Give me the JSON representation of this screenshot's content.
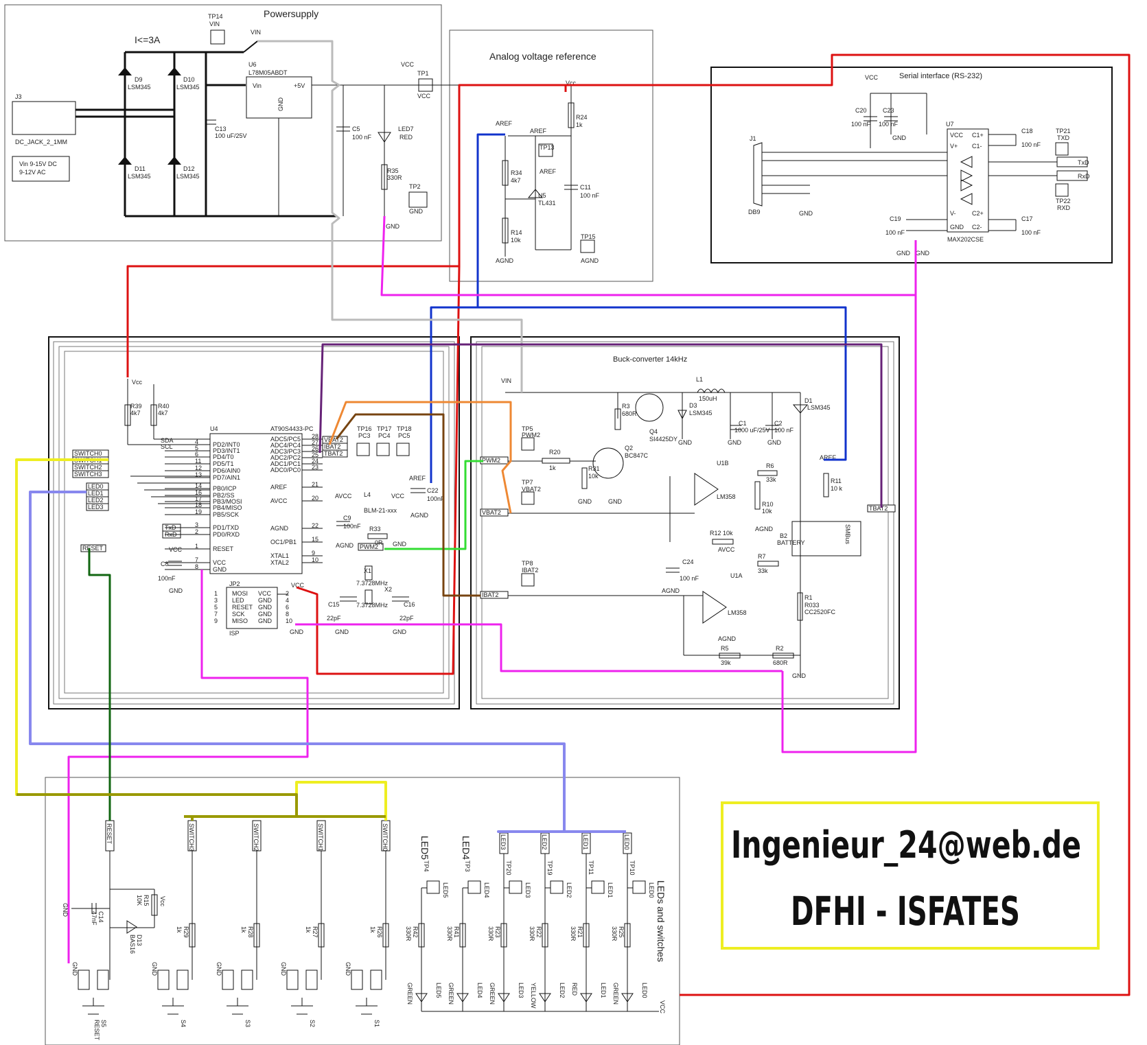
{
  "sections": {
    "power": "Powersupply",
    "aref": "Analog voltage reference",
    "serial": "Serial interface (RS-232)",
    "buck": "Buck-converter 14kHz",
    "leds": "LEDs and switches"
  },
  "contact": {
    "email": "Ingenieur_24@web.de",
    "org": "DFHI - ISFATES"
  },
  "power": {
    "current_limit": "I<=3A",
    "jack_ref": "J3",
    "jack_name": "DC_JACK_2_1MM",
    "vin_note_1": "Vin 9-15V DC",
    "vin_note_2": "9-12V AC",
    "regulator_ref": "U6",
    "regulator": "L78M05ABDT",
    "reg_vin": "Vin",
    "reg_out": "+5V",
    "reg_gnd": "GND",
    "c13": "C13",
    "c13_val": "100 uF/25V",
    "c5": "C5",
    "c5_val": "100 nF",
    "led7": "LED7",
    "led7_col": "RED",
    "r35": "R35",
    "r35_val": "330R",
    "tp14": "TP14",
    "tp1": "TP1",
    "tp2": "TP2",
    "vin": "VIN",
    "vcc": "VCC",
    "gnd": "GND",
    "diodes": [
      {
        "ref": "D9",
        "part": "LSM345"
      },
      {
        "ref": "D10",
        "part": "LSM345"
      },
      {
        "ref": "D11",
        "part": "LSM345"
      },
      {
        "ref": "D12",
        "part": "LSM345"
      }
    ]
  },
  "aref": {
    "r24": "R24",
    "r24_val": "1k",
    "r34": "R34",
    "r34_val": "4k7",
    "r14": "R14",
    "r14_val": "10k",
    "u5": "U5",
    "u5_part": "TL431",
    "c11": "C11",
    "c11_val": "100 nF",
    "tp13": "TP13",
    "tp15": "TP15",
    "aref": "AREF",
    "agnd": "AGND",
    "vcc": "Vcc"
  },
  "serial": {
    "chip_ref": "U7",
    "chip": "MAX202CSE",
    "connector_ref": "J1",
    "connector": "DB9",
    "txd": "TxD",
    "rxd": "RxD",
    "tp21": "TP21",
    "tp21_sig": "TXD",
    "tp22": "TP22",
    "tp22_sig": "RXD",
    "caps": [
      {
        "ref": "C20",
        "val": "100 nF"
      },
      {
        "ref": "C23",
        "val": "100 nF"
      },
      {
        "ref": "C18",
        "val": "100 nF"
      },
      {
        "ref": "C19",
        "val": "100 nF"
      },
      {
        "ref": "C17",
        "val": "100 nF"
      }
    ],
    "pins": [
      "VCC",
      "V+",
      "C1+",
      "C1-",
      "GND",
      "V-",
      "C2+",
      "C2-"
    ],
    "vcc": "VCC",
    "gnd": "GND"
  },
  "mcu": {
    "ref": "U4",
    "part": "AT90S4433-PC",
    "vcc_label": "Vcc",
    "r39": "R39",
    "r39_val": "4k7",
    "r40": "R40",
    "r40_val": "4k7",
    "left_pins": [
      {
        "num": "4",
        "name": "PD2/INT0",
        "net": "SDA"
      },
      {
        "num": "5",
        "name": "PD3/INT1",
        "net": "SCL"
      },
      {
        "num": "6",
        "name": "PD4/T0",
        "net": "SWITCH0"
      },
      {
        "num": "11",
        "name": "PD5/T1",
        "net": "SWITCH1"
      },
      {
        "num": "12",
        "name": "PD6/AIN0",
        "net": "SWITCH2"
      },
      {
        "num": "13",
        "name": "PD7/AIN1",
        "net": "SWITCH3"
      },
      {
        "num": "14",
        "name": "PB0/ICP",
        "net": "LED0"
      },
      {
        "num": "16",
        "name": "PB2/SS",
        "net": "LED1"
      },
      {
        "num": "17",
        "name": "PB3/MOSI",
        "net": "LED2"
      },
      {
        "num": "18",
        "name": "PB4/MISO",
        "net": "LED3"
      },
      {
        "num": "19",
        "name": "PB5/SCK",
        "net": ""
      },
      {
        "num": "3",
        "name": "PD1/TXD",
        "net": "TxD"
      },
      {
        "num": "2",
        "name": "PD0/RXD",
        "net": "RxD"
      },
      {
        "num": "1",
        "name": "RESET",
        "net": "RESET"
      },
      {
        "num": "7",
        "name": "VCC",
        "net": ""
      },
      {
        "num": "8",
        "name": "GND",
        "net": ""
      }
    ],
    "right_pins": [
      {
        "num": "28",
        "name": "ADC5/PC5",
        "net": "VBAT2"
      },
      {
        "num": "27",
        "name": "ADC4/PC4",
        "net": "IBAT2"
      },
      {
        "num": "26",
        "name": "ADC3/PC3",
        "net": "TBAT2"
      },
      {
        "num": "25",
        "name": "ADC2/PC2",
        "net": ""
      },
      {
        "num": "24",
        "name": "ADC1/PC1",
        "net": ""
      },
      {
        "num": "23",
        "name": "ADC0/PC0",
        "net": ""
      },
      {
        "num": "21",
        "name": "AREF",
        "net": "AREF"
      },
      {
        "num": "20",
        "name": "AVCC",
        "net": "AVCC"
      },
      {
        "num": "22",
        "name": "AGND",
        "net": ""
      },
      {
        "num": "15",
        "name": "OC1/PB1",
        "net": "PWM2"
      },
      {
        "num": "9",
        "name": "XTAL1",
        "net": ""
      },
      {
        "num": "10",
        "name": "XTAL2",
        "net": ""
      }
    ],
    "tps": [
      {
        "ref": "TP16",
        "sig": "PC3"
      },
      {
        "ref": "TP17",
        "sig": "PC4"
      },
      {
        "ref": "TP18",
        "sig": "PC5"
      }
    ],
    "c22": "C22",
    "c22_val": "100nF",
    "c9": "C9",
    "c9_val": "100nF",
    "c8": "C8",
    "c8_val": "100nF",
    "l4": "L4",
    "l4_part": "BLM-21-xxx",
    "r33": "R33",
    "r33_val": "0R",
    "x1": "X1",
    "x2": "X2",
    "xtal": "7.3728MHz",
    "c15": "C15",
    "c16": "C16",
    "cx_val": "22pF",
    "isp_ref": "JP2",
    "isp_name": "ISP",
    "isp_left": [
      "MOSI",
      "LED",
      "RESET",
      "SCK",
      "MISO"
    ],
    "isp_right": [
      "VCC",
      "GND",
      "GND",
      "GND",
      "GND"
    ],
    "isp_nums_left": [
      "1",
      "3",
      "5",
      "7",
      "9"
    ],
    "isp_nums_right": [
      "2",
      "4",
      "6",
      "8",
      "10"
    ],
    "vcc": "VCC",
    "avcc": "AVCC",
    "gnd": "GND",
    "agnd": "AGND",
    "aref": "AREF"
  },
  "buck": {
    "vin": "VIN",
    "l1": "L1",
    "l1_val": "150uH",
    "d1": "D1",
    "d1_part": "LSM345",
    "d3": "D3",
    "d3_part": "LSM345",
    "q4": "Q4",
    "q4_part": "SI4425DY",
    "q2": "Q2",
    "q2_part": "BC847C",
    "r3": "R3",
    "r3_val": "680R",
    "r20": "R20",
    "r20_val": "1k",
    "r31": "R31",
    "r31_val": "10k",
    "c1": "C1",
    "c1_val": "1000 uF/25V",
    "c2": "C2",
    "c2_val": "100 nF",
    "u1b": "U1B",
    "u1a": "U1A",
    "opamp": "LM358",
    "r6": "R6",
    "r6_val": "33k",
    "r10": "R10",
    "r10_val": "10k",
    "r12": "R12 10k",
    "r7": "R7",
    "r7_val": "33k",
    "r11": "R11",
    "r11_val": "10 k",
    "r1": "R1",
    "r1_val": "R033",
    "r1_part": "CC2520FC",
    "r5": "R5",
    "r5_val": "39k",
    "r2": "R2",
    "r2_val": "680R",
    "c24": "C24",
    "c24_val": "100 nF",
    "b2": "B2",
    "b2_name": "BATTERY",
    "smbus": "SMBus",
    "tp5": "TP5",
    "tp5_sig": "PWM2",
    "tp7": "TP7",
    "tp7_sig": "VBAT2",
    "tp8": "TP8",
    "tp8_sig": "IBAT2",
    "pwm2": "PWM2",
    "vbat2": "VBAT2",
    "ibat2": "IBAT2",
    "tbat2": "TBAT2",
    "aref": "AREF",
    "avcc": "AVCC",
    "gnd": "GND",
    "agnd": "AGND"
  },
  "leds": {
    "reset_net": "RESET",
    "switch_nets": [
      "SWITCH3",
      "SWITCH2",
      "SWITCH1",
      "SWITCH0"
    ],
    "led_nets": [
      "LED3",
      "LED2",
      "LED1",
      "LED0"
    ],
    "c14": "C14",
    "c14_val": "47nF",
    "r15": "R15",
    "r15_val": "10K",
    "d13": "D13",
    "d13_part": "BAS16",
    "switches": [
      {
        "ref": "S5",
        "name": "RESET"
      },
      {
        "ref": "S4",
        "name": ""
      },
      {
        "ref": "S3",
        "name": ""
      },
      {
        "ref": "S2",
        "name": ""
      },
      {
        "ref": "S1",
        "name": ""
      }
    ],
    "pullups": [
      {
        "ref": "R29",
        "val": "1k"
      },
      {
        "ref": "R28",
        "val": "1k"
      },
      {
        "ref": "R27",
        "val": "1k"
      },
      {
        "ref": "R26",
        "val": "1k"
      }
    ],
    "led_columns": [
      {
        "tp": "TP4",
        "net": "LED5",
        "r": "R42",
        "rv": "330R",
        "led": "LED5",
        "col": "GREEN"
      },
      {
        "tp": "TP3",
        "net": "LED4",
        "r": "R41",
        "rv": "330R",
        "led": "LED4",
        "col": "GREEN"
      },
      {
        "tp": "TP20",
        "net": "LED3",
        "r": "R23",
        "rv": "330R",
        "led": "LED3",
        "col": "GREEN"
      },
      {
        "tp": "TP19",
        "net": "LED2",
        "r": "R22",
        "rv": "330R",
        "led": "LED2",
        "col": "YELLOW"
      },
      {
        "tp": "TP11",
        "net": "LED1",
        "r": "R21",
        "rv": "330R",
        "led": "LED1",
        "col": "RED"
      },
      {
        "tp": "TP10",
        "net": "LED0",
        "r": "R25",
        "rv": "330R",
        "led": "LED0",
        "col": "GREEN"
      }
    ],
    "led5_label": "LED5",
    "led4_label": "LED4",
    "vcc": "VCC",
    "vcc_small": "Vcc",
    "gnd": "GND"
  },
  "wire_colors": {
    "vcc": "#dd1111",
    "aref": "#1133cc",
    "gnd": "#ee22ee",
    "vin": "#bbbbbb",
    "switches": "#eeee22",
    "leds": "#8888ee",
    "reset": "#116611",
    "pwm": "#33dd33",
    "ibat": "#774411",
    "vbat": "#ee8833",
    "tbat": "#662277",
    "switch_bus": "#999900",
    "email_box": "#eeee22"
  }
}
